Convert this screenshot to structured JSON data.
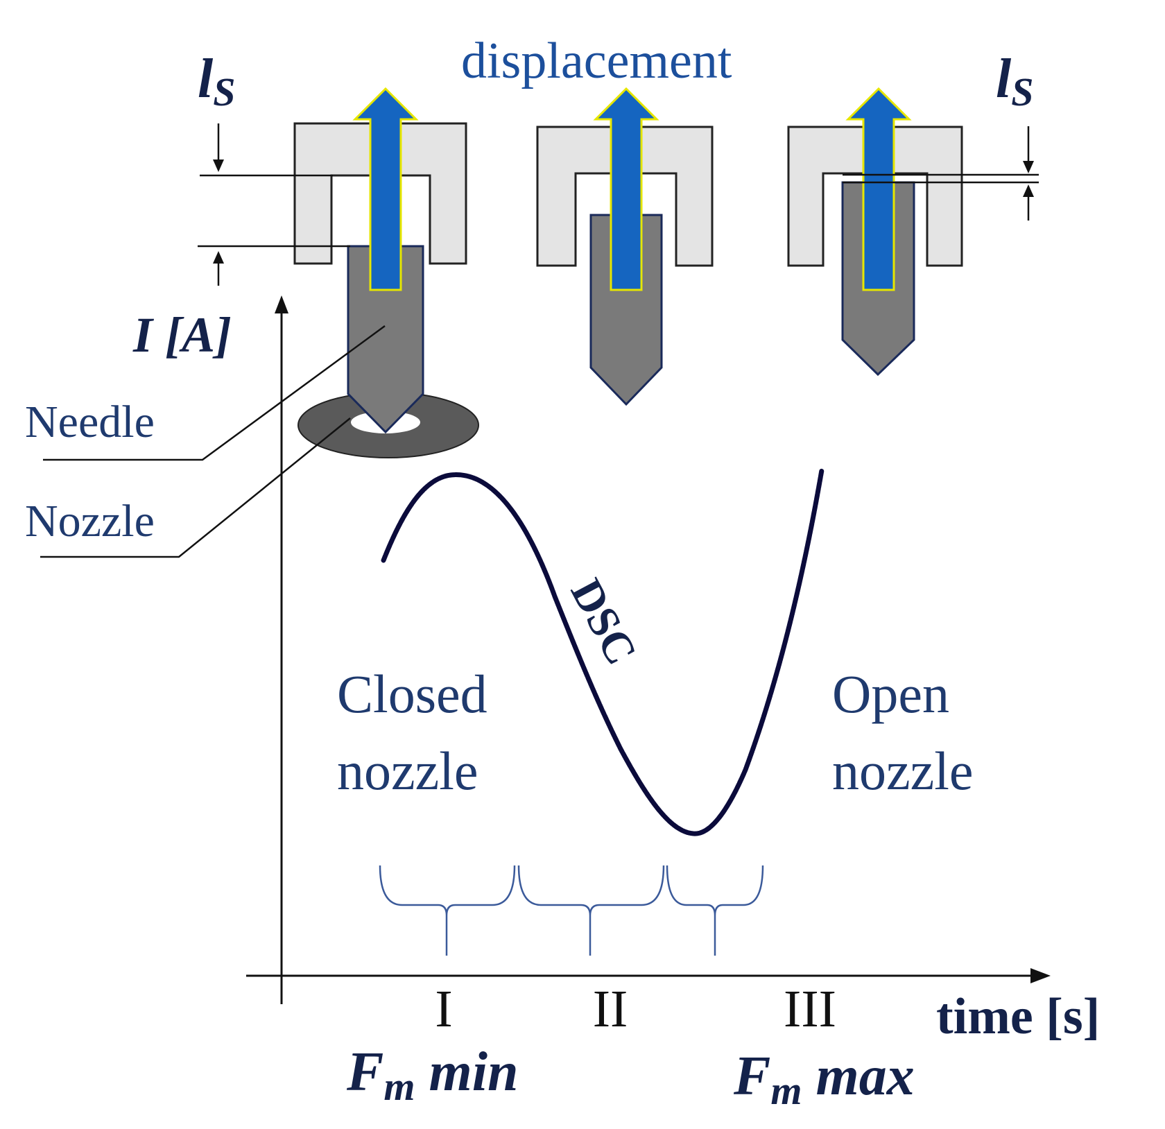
{
  "labels": {
    "displacement": "displacement",
    "ls_left_base": "l",
    "ls_left_sub": "S",
    "ls_right_base": "l",
    "ls_right_sub": "S",
    "y_axis": "I [A]",
    "x_axis": "time [s]",
    "needle": "Needle",
    "nozzle": "Nozzle",
    "curve": "DSC",
    "closed_line1": "Closed",
    "closed_line2": "nozzle",
    "open_line1": "Open",
    "open_line2": "nozzle",
    "phase_1": "I",
    "phase_2": "II",
    "phase_3": "III",
    "fm_min_base": "F",
    "fm_min_sub": "m",
    "fm_min_word": "min",
    "fm_max_base": "F",
    "fm_max_sub": "m",
    "fm_max_word": "max"
  },
  "colors": {
    "arrow_blue": "#1565c0",
    "arrow_outline": "#e6e600",
    "needle_gray": "#7a7a7a",
    "housing_gray": "#e4e4e4",
    "nozzle_dark": "#5a5a5a",
    "curve": "#0b0b3b",
    "text_blue": "#1f3a6e",
    "brace": "#3b5a9a"
  }
}
